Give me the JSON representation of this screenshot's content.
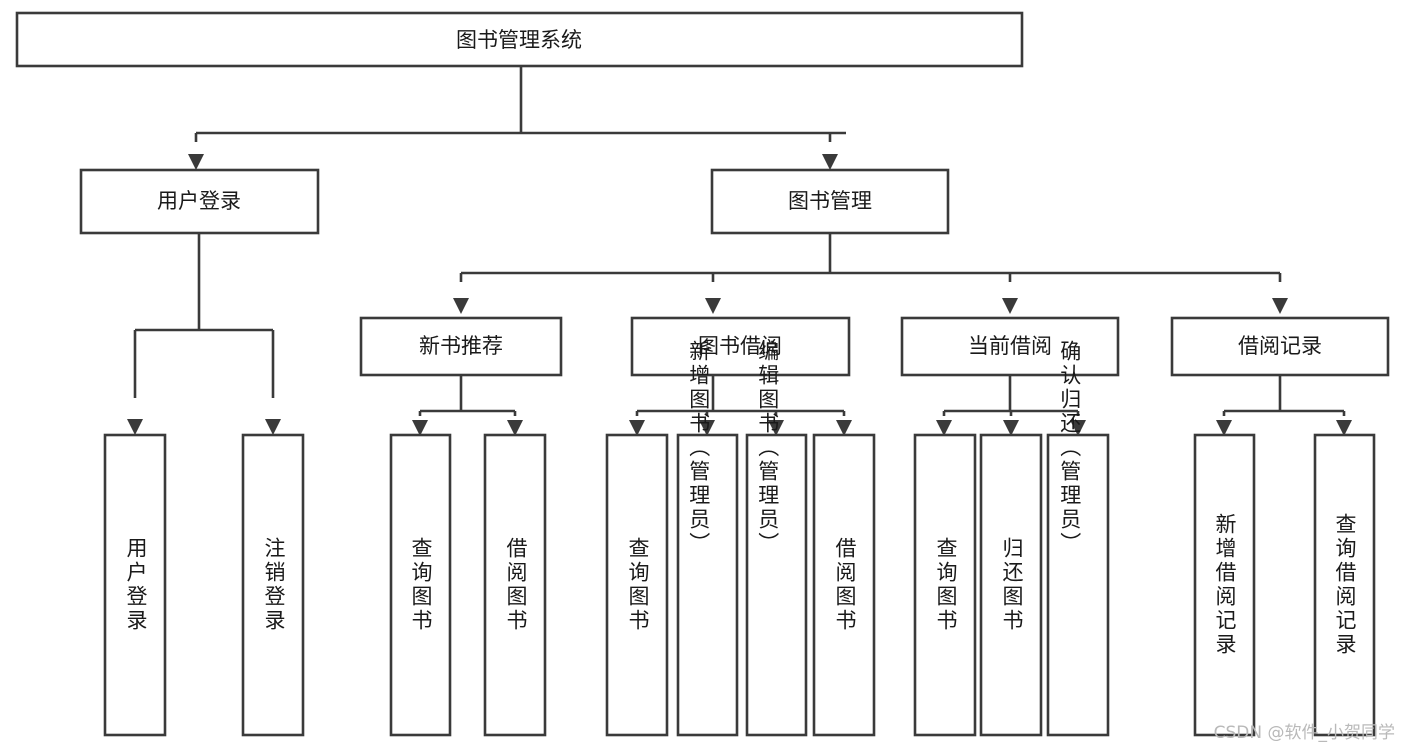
{
  "diagram": {
    "type": "tree-hierarchy-chart",
    "title": "图书管理系统",
    "root": {
      "id": "root",
      "label": "图书管理系统",
      "level": 0
    },
    "level1": [
      {
        "id": "user-login",
        "label": "用户登录"
      },
      {
        "id": "book-management",
        "label": "图书管理"
      }
    ],
    "level2": [
      {
        "id": "new-book-recommend",
        "label": "新书推荐",
        "parent": "book-management"
      },
      {
        "id": "book-borrow",
        "label": "图书借阅",
        "parent": "book-management"
      },
      {
        "id": "current-borrow",
        "label": "当前借阅",
        "parent": "book-management"
      },
      {
        "id": "borrow-record",
        "label": "借阅记录",
        "parent": "book-management"
      }
    ],
    "leaves": {
      "user-login": [
        {
          "id": "leaf-user-login",
          "label": "用户登录"
        },
        {
          "id": "leaf-logout-login",
          "label": "注销登录"
        }
      ],
      "new-book-recommend": [
        {
          "id": "leaf-query-book-1",
          "label": "查询图书"
        },
        {
          "id": "leaf-borrow-book-1",
          "label": "借阅图书"
        }
      ],
      "book-borrow": [
        {
          "id": "leaf-query-book-2",
          "label": "查询图书"
        },
        {
          "id": "leaf-add-book",
          "label": "新增图书（管理员）"
        },
        {
          "id": "leaf-edit-book",
          "label": "编辑图书（管理员）"
        },
        {
          "id": "leaf-borrow-book-2",
          "label": "借阅图书"
        }
      ],
      "current-borrow": [
        {
          "id": "leaf-query-book-3",
          "label": "查询图书"
        },
        {
          "id": "leaf-return-book",
          "label": "归还图书"
        },
        {
          "id": "leaf-confirm-return",
          "label": "确认归还（管理员）"
        }
      ],
      "borrow-record": [
        {
          "id": "leaf-add-record",
          "label": "新增借阅记录"
        },
        {
          "id": "leaf-query-record",
          "label": "查询借阅记录"
        }
      ]
    },
    "colors": {
      "box_fill": "#ffffff",
      "box_stroke": "#3a3a3a",
      "text": "#1a1a1a",
      "watermark": "#b9b9b9"
    }
  },
  "watermark": {
    "text": "CSDN @软件_小贺同学"
  }
}
